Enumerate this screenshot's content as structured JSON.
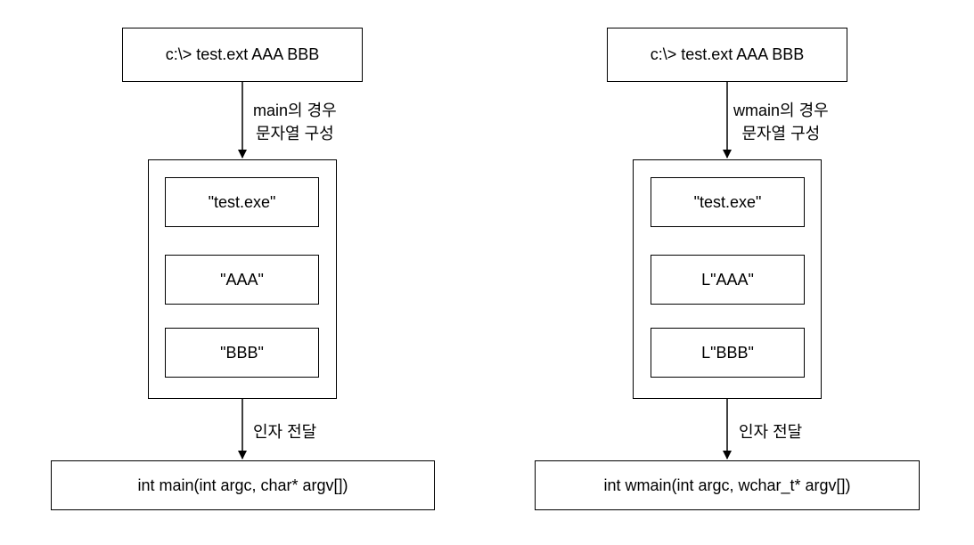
{
  "left": {
    "command": "c:\\> test.ext AAA BBB",
    "top_label_line1": "main의 경우",
    "top_label_line2": "문자열 구성",
    "args": [
      "\"test.exe\"",
      "\"AAA\"",
      "\"BBB\""
    ],
    "bottom_label": "인자 전달",
    "signature": "int main(int argc, char* argv[])"
  },
  "right": {
    "command": "c:\\> test.ext AAA BBB",
    "top_label_line1": "wmain의 경우",
    "top_label_line2": "문자열 구성",
    "args": [
      "\"test.exe\"",
      "L\"AAA\"",
      "L\"BBB\""
    ],
    "bottom_label": "인자 전달",
    "signature": "int wmain(int argc, wchar_t* argv[])"
  }
}
